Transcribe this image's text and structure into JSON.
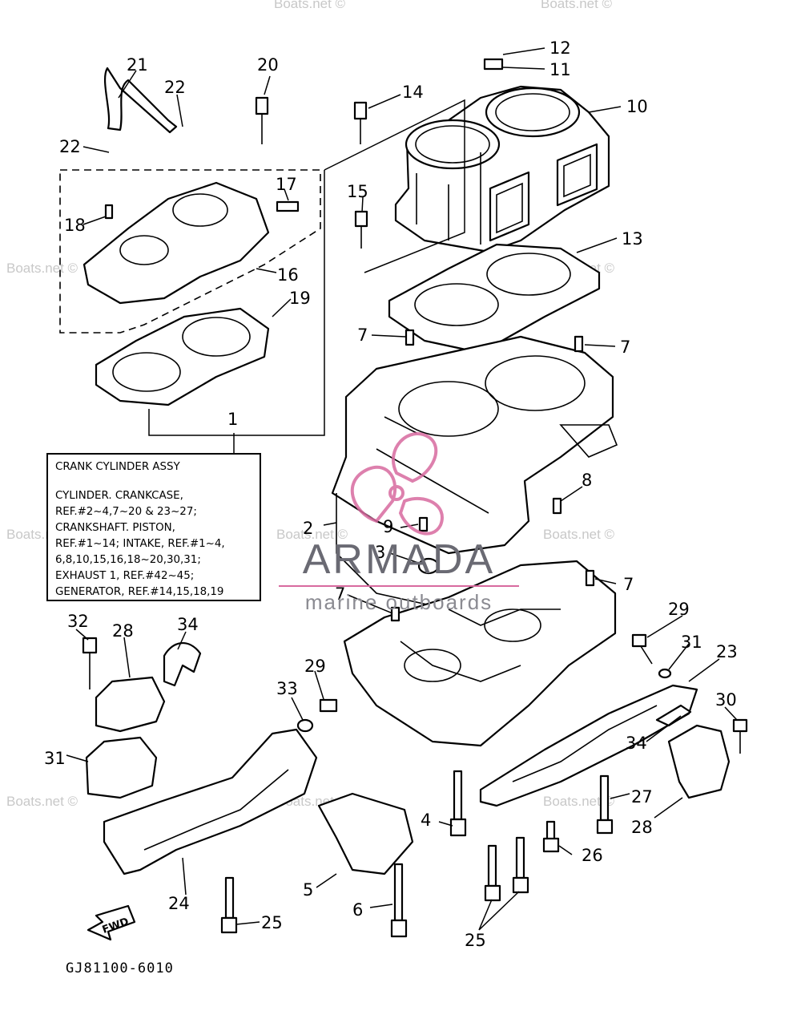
{
  "diagram": {
    "callouts": [
      "1",
      "2",
      "3",
      "4",
      "5",
      "6",
      "7",
      "7",
      "7",
      "7",
      "8",
      "9",
      "10",
      "11",
      "12",
      "13",
      "14",
      "15",
      "16",
      "17",
      "18",
      "19",
      "20",
      "21",
      "22",
      "22",
      "23",
      "24",
      "25",
      "25",
      "26",
      "27",
      "28",
      "28",
      "29",
      "29",
      "30",
      "31",
      "31",
      "32",
      "33",
      "34",
      "34"
    ],
    "fwd_label": "FWD",
    "drawing_code": "GJ81100-6010"
  },
  "info_box": {
    "title": "CRANK CYLINDER ASSY",
    "lines": [
      "CYLINDER. CRANKCASE,",
      "REF.#2~4,7~20 & 23~27;",
      "CRANKSHAFT. PISTON,",
      "REF.#1~14; INTAKE, REF.#1~4,",
      "6,8,10,15,16,18~20,30,31;",
      "EXHAUST 1, REF.#42~45;",
      "GENERATOR, REF.#14,15,18,19"
    ]
  },
  "watermark": {
    "brand_name": "ARMADA",
    "brand_sub": "marine outboards",
    "site_text": "Boats.net ©",
    "brand_color": "#d86a9f"
  }
}
